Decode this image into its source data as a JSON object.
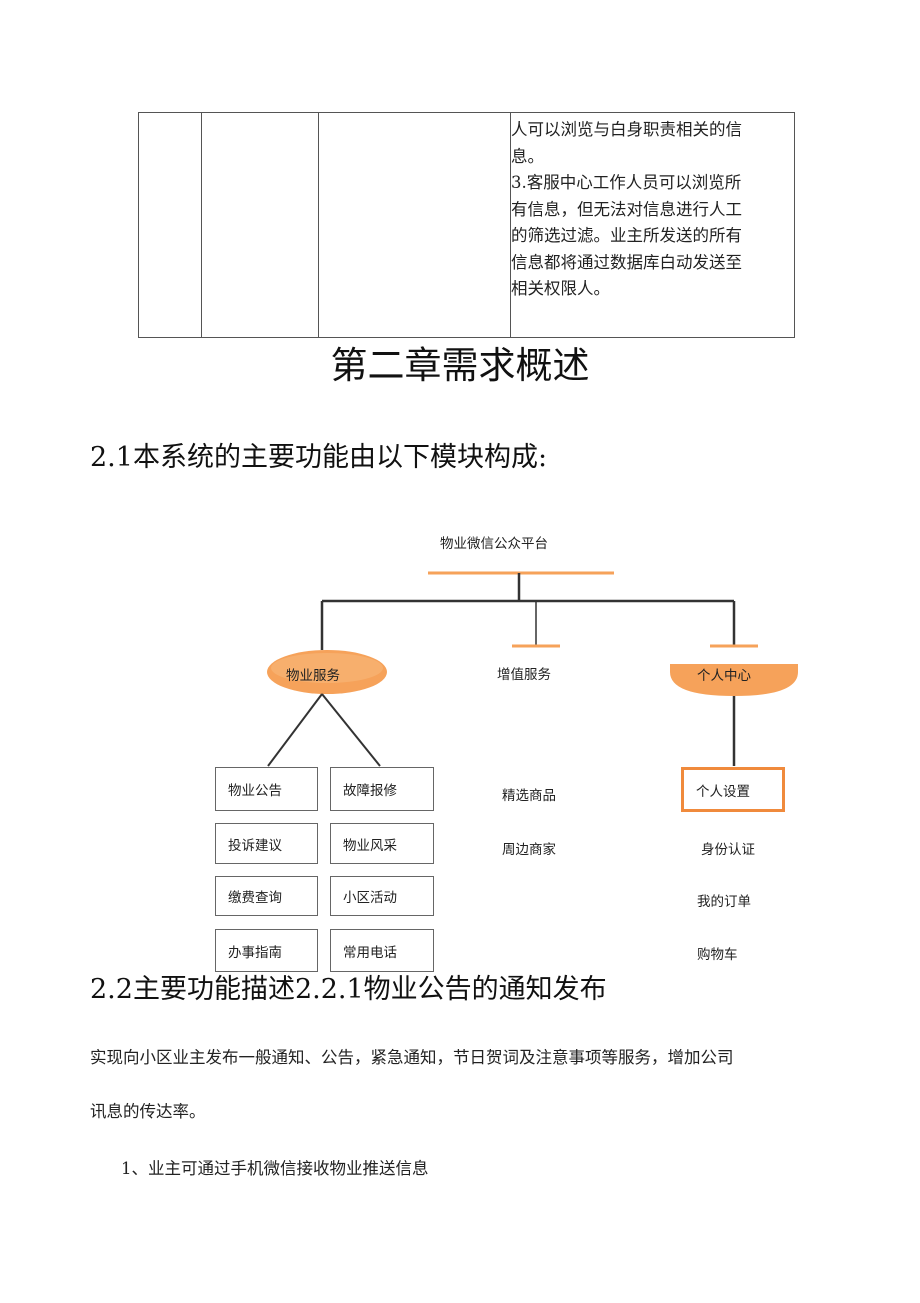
{
  "table": {
    "lines": [
      "人可以浏览与白身职责相关的信",
      "息。",
      "3.客服中心工作人员可以浏览所",
      "有信息，但无法对信息进行人工",
      "的筛选过滤。业主所发送的所有",
      "信息都将通过数据库白动发送至",
      "相关权限人。"
    ]
  },
  "chapter_title": "第二章需求概述",
  "section_2_1": "2.1本系统的主要功能由以下模块构成:",
  "diagram": {
    "root": "物业微信公众平台",
    "branches": {
      "property": "物业服务",
      "value_added": "增值服务",
      "personal": "个人中心"
    },
    "property_items": [
      "物业公告",
      "故障报修",
      "投诉建议",
      "物业风采",
      "缴费查询",
      "小区活动",
      "办事指南",
      "常用电话"
    ],
    "value_added_items": [
      "精选商品",
      "周边商家"
    ],
    "personal_items": [
      "个人设置",
      "身份认证",
      "我的订单",
      "购物车"
    ],
    "colors": {
      "accent": "#f08a3c",
      "node_fill": "#f6a25a",
      "line": "#333333"
    }
  },
  "section_2_2": "2.2主要功能描述2.2.1物业公告的通知发布",
  "paragraph": {
    "line1": "实现向小区业主发布一般通知、公告，紧急通知，节日贺词及注意事项等服务，增加公司",
    "line2": "讯息的传达率。"
  },
  "list_item_1": "1、业主可通过手机微信接收物业推送信息"
}
